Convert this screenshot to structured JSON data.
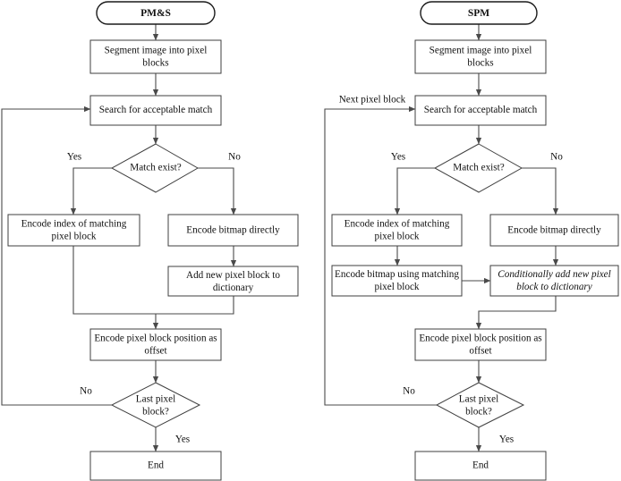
{
  "diagram": {
    "type": "flowchart",
    "description": "Side-by-side comparison of two image coding algorithm flowcharts",
    "charts": [
      {
        "id": "pms",
        "title": "PM&S",
        "nodes": [
          {
            "id": "pms-start",
            "shape": "capsule",
            "label": "PM&S",
            "bold": true,
            "italic": false
          },
          {
            "id": "pms-segment",
            "shape": "rect",
            "label": "Segment image into pixel blocks",
            "bold": false,
            "italic": false
          },
          {
            "id": "pms-search",
            "shape": "rect",
            "label": "Search for acceptable match",
            "bold": false,
            "italic": false
          },
          {
            "id": "pms-match",
            "shape": "diamond",
            "label": "Match exist?",
            "bold": false,
            "italic": false
          },
          {
            "id": "pms-encidx",
            "shape": "rect",
            "label": "Encode index of matching pixel block",
            "bold": false,
            "italic": false
          },
          {
            "id": "pms-encbmp",
            "shape": "rect",
            "label": "Encode bitmap directly",
            "bold": false,
            "italic": false
          },
          {
            "id": "pms-adddict",
            "shape": "rect",
            "label": "Add new pixel block to dictionary",
            "bold": false,
            "italic": false
          },
          {
            "id": "pms-encpos",
            "shape": "rect",
            "label": "Encode pixel block position as offset",
            "bold": false,
            "italic": false
          },
          {
            "id": "pms-last",
            "shape": "diamond",
            "label": "Last pixel block?",
            "bold": false,
            "italic": false
          },
          {
            "id": "pms-end",
            "shape": "rect",
            "label": "End",
            "bold": false,
            "italic": false
          }
        ],
        "edge_labels": [
          {
            "id": "pms-yes-match",
            "text": "Yes"
          },
          {
            "id": "pms-no-match",
            "text": "No"
          },
          {
            "id": "pms-no-last",
            "text": "No"
          },
          {
            "id": "pms-yes-last",
            "text": "Yes"
          }
        ]
      },
      {
        "id": "spm",
        "title": "SPM",
        "nodes": [
          {
            "id": "spm-start",
            "shape": "capsule",
            "label": "SPM",
            "bold": true,
            "italic": false
          },
          {
            "id": "spm-segment",
            "shape": "rect",
            "label": "Segment image into pixel blocks",
            "bold": false,
            "italic": false
          },
          {
            "id": "spm-search",
            "shape": "rect",
            "label": "Search for acceptable match",
            "bold": false,
            "italic": false
          },
          {
            "id": "spm-match",
            "shape": "diamond",
            "label": "Match exist?",
            "bold": false,
            "italic": false
          },
          {
            "id": "spm-encidx",
            "shape": "rect",
            "label": "Encode index of matching pixel block",
            "bold": false,
            "italic": false
          },
          {
            "id": "spm-encbmp",
            "shape": "rect",
            "label": "Encode bitmap directly",
            "bold": false,
            "italic": false
          },
          {
            "id": "spm-encusing",
            "shape": "rect",
            "label": "Encode bitmap using matching pixel block",
            "bold": false,
            "italic": false
          },
          {
            "id": "spm-conddict",
            "shape": "rect",
            "label": "Conditionally add new pixel block to dictionary",
            "bold": false,
            "italic": true
          },
          {
            "id": "spm-encpos",
            "shape": "rect",
            "label": "Encode pixel block position as offset",
            "bold": false,
            "italic": false
          },
          {
            "id": "spm-last",
            "shape": "diamond",
            "label": "Last pixel block?",
            "bold": false,
            "italic": false
          },
          {
            "id": "spm-end",
            "shape": "rect",
            "label": "End",
            "bold": false,
            "italic": false
          }
        ],
        "edge_labels": [
          {
            "id": "spm-next-block",
            "text": "Next pixel block"
          },
          {
            "id": "spm-yes-match",
            "text": "Yes"
          },
          {
            "id": "spm-no-match",
            "text": "No"
          },
          {
            "id": "spm-no-last",
            "text": "No"
          },
          {
            "id": "spm-yes-last",
            "text": "Yes"
          }
        ]
      }
    ],
    "colors": {
      "background": "#ffffff",
      "box_stroke": "#3f3f3f",
      "capsule_stroke": "#1a1a1a",
      "edge_stroke": "#4a4a4a",
      "text": "#111111"
    }
  },
  "labels": {
    "pms_title": "PM&S",
    "spm_title": "SPM",
    "segment_l1": "Segment image into pixel",
    "segment_l2": "blocks",
    "search": "Search for acceptable match",
    "match_exist": "Match exist?",
    "encidx_l1": "Encode index of matching",
    "encidx_l2": "pixel block",
    "encbmp": "Encode bitmap directly",
    "adddict_l1": "Add new pixel block to",
    "adddict_l2": "dictionary",
    "encusing_l1": "Encode bitmap using matching",
    "encusing_l2": "pixel block",
    "conddict_l1": "Conditionally add new pixel",
    "conddict_l2": "block to dictionary",
    "encpos_l1": "Encode pixel block position as",
    "encpos_l2": "offset",
    "last_l1": "Last pixel",
    "last_l2": "block?",
    "end": "End",
    "yes": "Yes",
    "no": "No",
    "next_pixel_block": "Next pixel block"
  }
}
